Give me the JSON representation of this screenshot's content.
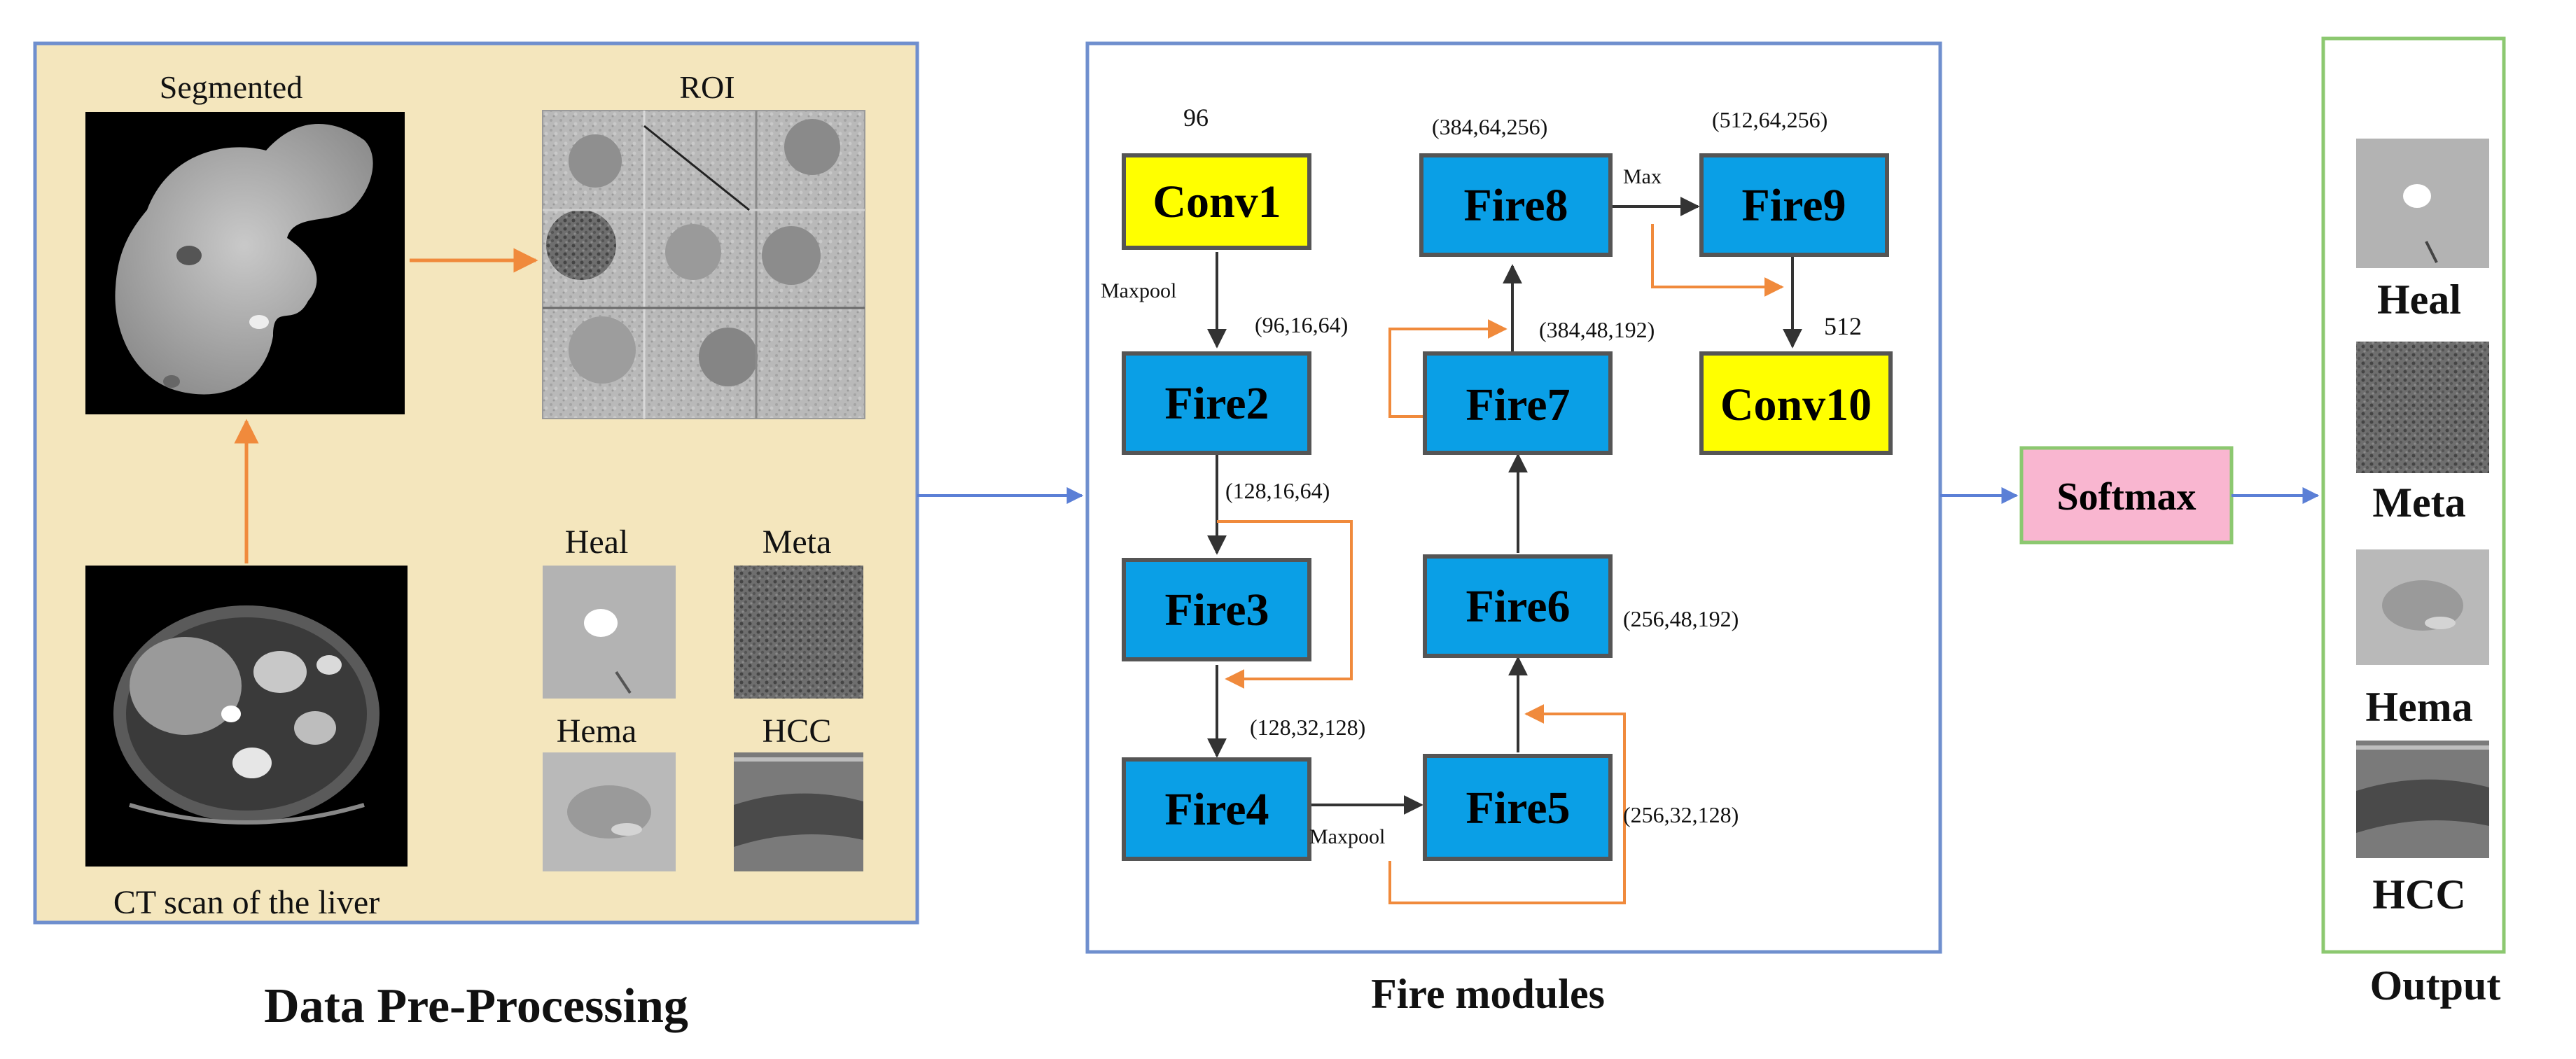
{
  "panels": {
    "preprocessing": {
      "caption": "Data Pre-Processing",
      "segmented_label": "Segmented",
      "roi_label": "ROI",
      "ct_label": "CT scan of the liver",
      "samples": [
        "Heal",
        "Meta",
        "Hema",
        "HCC"
      ]
    },
    "fire_modules": {
      "caption": "Fire modules",
      "blocks": {
        "conv1": "Conv1",
        "fire2": "Fire2",
        "fire3": "Fire3",
        "fire4": "Fire4",
        "fire5": "Fire5",
        "fire6": "Fire6",
        "fire7": "Fire7",
        "fire8": "Fire8",
        "fire9": "Fire9",
        "conv10": "Conv10"
      },
      "dims": {
        "conv1": "96",
        "fire2": "(96,16,64)",
        "fire3": "(128,16,64)",
        "fire4": "(128,32,128)",
        "fire5": "(256,32,128)",
        "fire6": "(256,48,192)",
        "fire7": "(384,48,192)",
        "fire8": "(384,64,256)",
        "fire9": "(512,64,256)",
        "conv10": "512"
      },
      "edge_labels": {
        "maxpool1": "Maxpool",
        "maxpool2": "Maxpool",
        "max": "Max"
      }
    },
    "softmax": {
      "label": "Softmax"
    },
    "output": {
      "caption": "Output",
      "classes": [
        "Heal",
        "Meta",
        "Hema",
        "HCC"
      ]
    }
  },
  "colors": {
    "panel_border": "#6f8fce",
    "output_border": "#8cc870",
    "preproc_bg": "#f4e6bd",
    "conv_fill": "#ffff00",
    "fire_fill": "#0a9fe6",
    "softmax_fill": "#f9b6d0",
    "skip_arrow": "#f08a3c",
    "main_arrow": "#333333",
    "flow_arrow": "#5b7fd6"
  }
}
